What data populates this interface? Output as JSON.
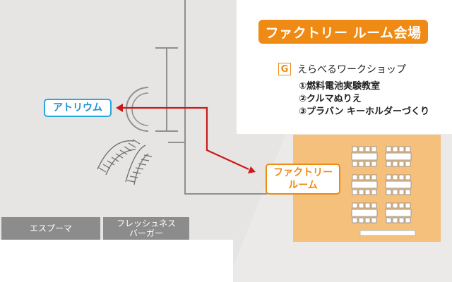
{
  "title": "ファクトリー ルーム会場",
  "workshop": {
    "badge": "G",
    "heading": "えらべるワークショップ",
    "items": [
      "①燃料電池実験教室",
      "②クルマぬりえ",
      "③プラバン キーホルダーづくり"
    ]
  },
  "labels": {
    "atrium": "アトリウム",
    "factory_room_line1": "ファクトリー",
    "factory_room_line2": "ルーム"
  },
  "shops": {
    "espuma": "エスプーマ",
    "freshness_line1": "フレッシュネス",
    "freshness_line2": "バーガー"
  },
  "colors": {
    "accent_orange": "#ef8a14",
    "room_fill": "#f5bf7c",
    "atrium_blue": "#28a7e1",
    "route_red": "#cc1a1a",
    "floor_gray": "#e6e5e4",
    "shop_gray": "#8c8c8c"
  }
}
